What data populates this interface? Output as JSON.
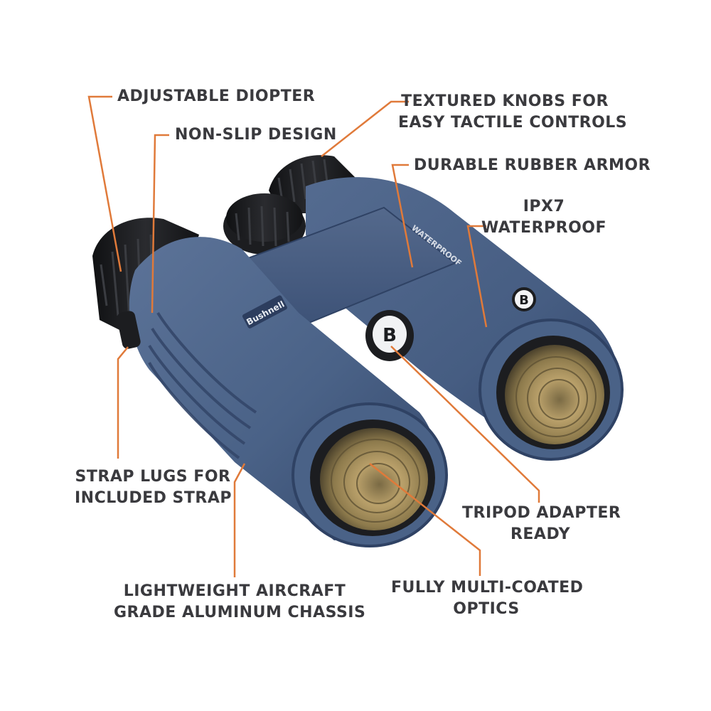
{
  "colors": {
    "text": "#3a3a3e",
    "leader": "#e07a3a",
    "body": "#4a6287",
    "body_dark": "#2f4264",
    "rubber": "#1c1d20",
    "lens": "#b39a66"
  },
  "brand": {
    "logo_text": "Bushnell",
    "waterproof_text": "WATERPROOF",
    "badge_letter": "B"
  },
  "callouts": {
    "adjustable_diopter": [
      "ADJUSTABLE DIOPTER"
    ],
    "non_slip_design": [
      "NON-SLIP DESIGN"
    ],
    "textured_knobs": [
      "TEXTURED KNOBS FOR",
      "EASY TACTILE CONTROLS"
    ],
    "durable_rubber_armor": [
      "DURABLE RUBBER ARMOR"
    ],
    "ipx7_waterproof": [
      "IPX7",
      "WATERPROOF"
    ],
    "strap_lugs": [
      "STRAP LUGS FOR",
      "INCLUDED STRAP"
    ],
    "tripod_adapter": [
      "TRIPOD ADAPTER",
      "READY"
    ],
    "lightweight_chassis": [
      "LIGHTWEIGHT AIRCRAFT",
      "GRADE ALUMINUM CHASSIS"
    ],
    "multi_coated_optics": [
      "FULLY MULTI-COATED",
      "OPTICS"
    ]
  }
}
